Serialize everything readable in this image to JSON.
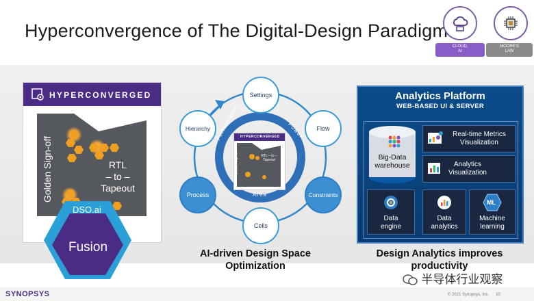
{
  "slide": {
    "title": "Hyperconvergence of The Digital-Design Paradigm",
    "page_number": "10",
    "copyright": "© 2021 Synopsys, Inc.",
    "brand": "SYNOPSYS",
    "watermark": "半导体行业观察"
  },
  "badges": [
    {
      "label_line1": "CLOUD,",
      "label_line2": "AI",
      "icon": "cloud-ai-icon",
      "color": "#8a5cc7"
    },
    {
      "label_line1": "MOORE'S",
      "label_line2": "LAW",
      "icon": "chip-icon",
      "color": "#8a8a8a"
    }
  ],
  "left_panel": {
    "header": "HYPERCONVERGED",
    "vertical_text": "Golden Sign-off",
    "rtl_line1": "RTL",
    "rtl_line2": "– to –",
    "rtl_line3": "Tapeout",
    "dso_label": "DSO.ai",
    "fusion_label": "Fusion"
  },
  "middle_panel": {
    "nodes": [
      "Settings",
      "Flow",
      "Constraints",
      "Cells",
      "Process",
      "Hierarchy"
    ],
    "ring_labels": {
      "performance": "Performance",
      "power": "Power",
      "area": "Area"
    },
    "mini_header": "HYPERCONVERGED",
    "mini_vertical": "Golden Sign-off",
    "mini_rtl": "RTL – to – Tapeout",
    "caption_line1": "AI-driven Design Space",
    "caption_line2": "Optimization"
  },
  "right_panel": {
    "title": "Analytics Platform",
    "subtitle": "WEB-BASED UI & SERVER",
    "warehouse_line1": "Big-Data",
    "warehouse_line2": "warehouse",
    "metrics_line1": "Real-time Metrics",
    "metrics_line2": "Visualization",
    "analytics_line1": "Analytics",
    "analytics_line2": "Visualization",
    "engine_line1": "Data",
    "engine_line2": "engine",
    "data_analytics_line1": "Data",
    "data_analytics_line2": "analytics",
    "ml_line1": "Machine",
    "ml_line2": "learning",
    "ml_badge": "ML",
    "caption_line1": "Design Analytics improves",
    "caption_line2": "productivity"
  }
}
